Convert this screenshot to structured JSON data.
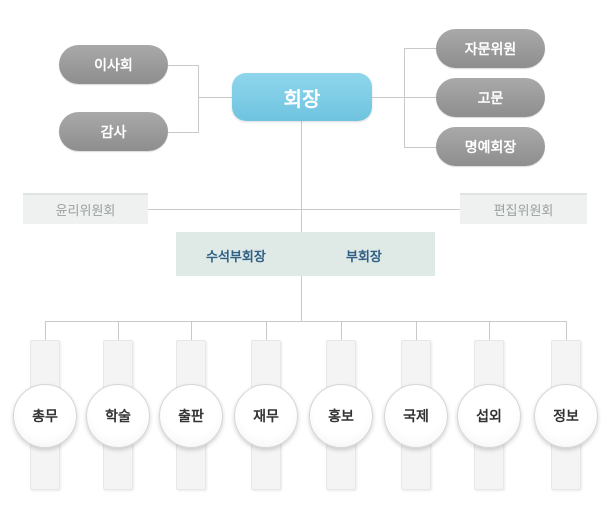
{
  "chairman": "회장",
  "left_pills": [
    "이사회",
    "감사"
  ],
  "right_pills": [
    "자문위원",
    "고문",
    "명예회장"
  ],
  "committees": {
    "left": "윤리위원회",
    "right": "편집위원회"
  },
  "vice": {
    "senior": "수석부회장",
    "vice": "부회장"
  },
  "departments": [
    "총무",
    "학술",
    "출판",
    "재무",
    "홍보",
    "국제",
    "섭외",
    "정보"
  ],
  "colors": {
    "chairman": "#7ccbe4",
    "pill": "#9b9b9b",
    "committee_bg": "#eef1ef",
    "vice_bg": "#dfe9e6",
    "vice_text": "#2f5f84",
    "line": "#c9c9c9"
  }
}
